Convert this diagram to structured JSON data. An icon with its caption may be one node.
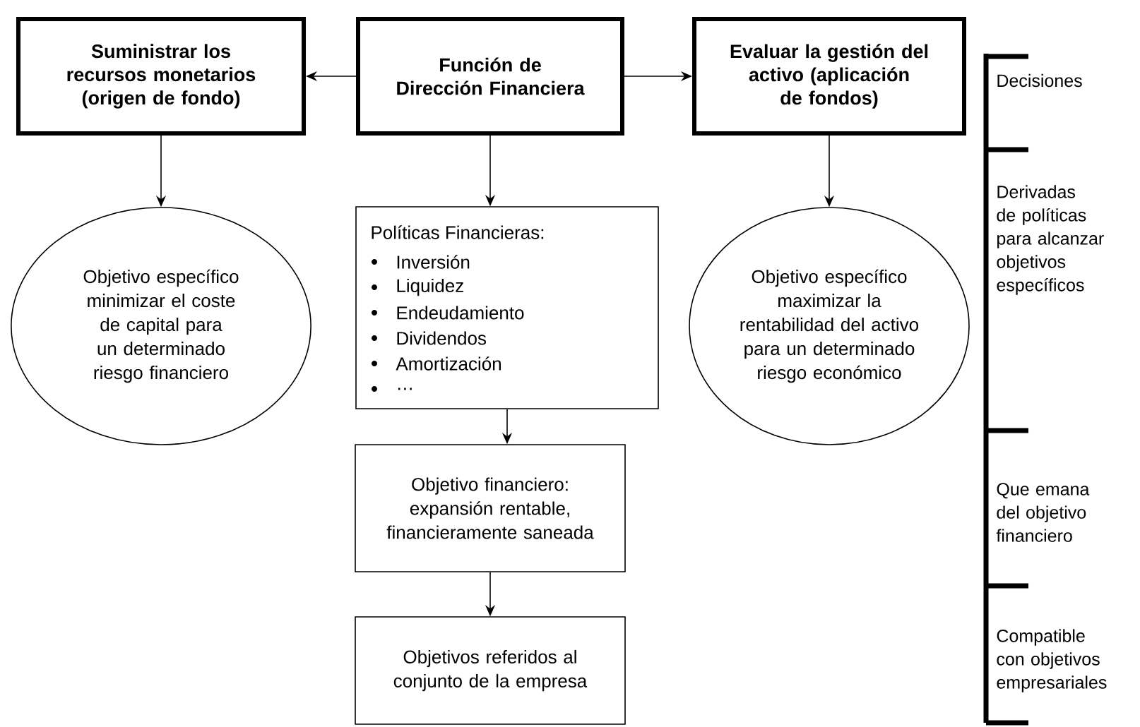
{
  "diagram": {
    "nodes": [
      {
        "text": [
          "Suministrar los recursos monetarios (origen de fondo)"
        ]
      },
      {
        "text": [
          "Función de Dirección Financiera"
        ]
      },
      {
        "text": [
          "Evaluar la gestión del activo (aplicación de fondos)"
        ]
      },
      {
        "text": [
          "Objetivo específico minimizar el coste de capital para un determinado riesgo financiero"
        ]
      },
      {
        "text": [
          "Políticas Financieras:",
          "Inversión",
          "Liquidez",
          "Endeudamiento",
          "Dividendos",
          "Amortización",
          "…"
        ]
      },
      {
        "text": [
          "Objetivo específico maximizar la rentabilidad del activo para un determinado riesgo económico"
        ]
      },
      {
        "text": [
          "Objetivo financiero: expansión rentable, financieramente saneada"
        ]
      },
      {
        "text": [
          "Objetivos referidos al conjunto de la empresa"
        ]
      }
    ],
    "edges": [
      {
        "from": 1,
        "to": 0,
        "arrow": "to"
      },
      {
        "from": 1,
        "to": 2,
        "arrow": "to"
      },
      {
        "from": 0,
        "to": 3,
        "arrow": "to"
      },
      {
        "from": 1,
        "to": 4,
        "arrow": "to"
      },
      {
        "from": 2,
        "to": 5,
        "arrow": "to"
      },
      {
        "from": 4,
        "to": 6,
        "arrow": "to"
      },
      {
        "from": 6,
        "to": 7,
        "arrow": "to"
      }
    ],
    "labels": [
      "Decisiones",
      "Derivadas de políticas para alcanzar objetivos específicos",
      "Que emana del objetivo financiero",
      "Compatible con objetivos empresariales"
    ]
  }
}
